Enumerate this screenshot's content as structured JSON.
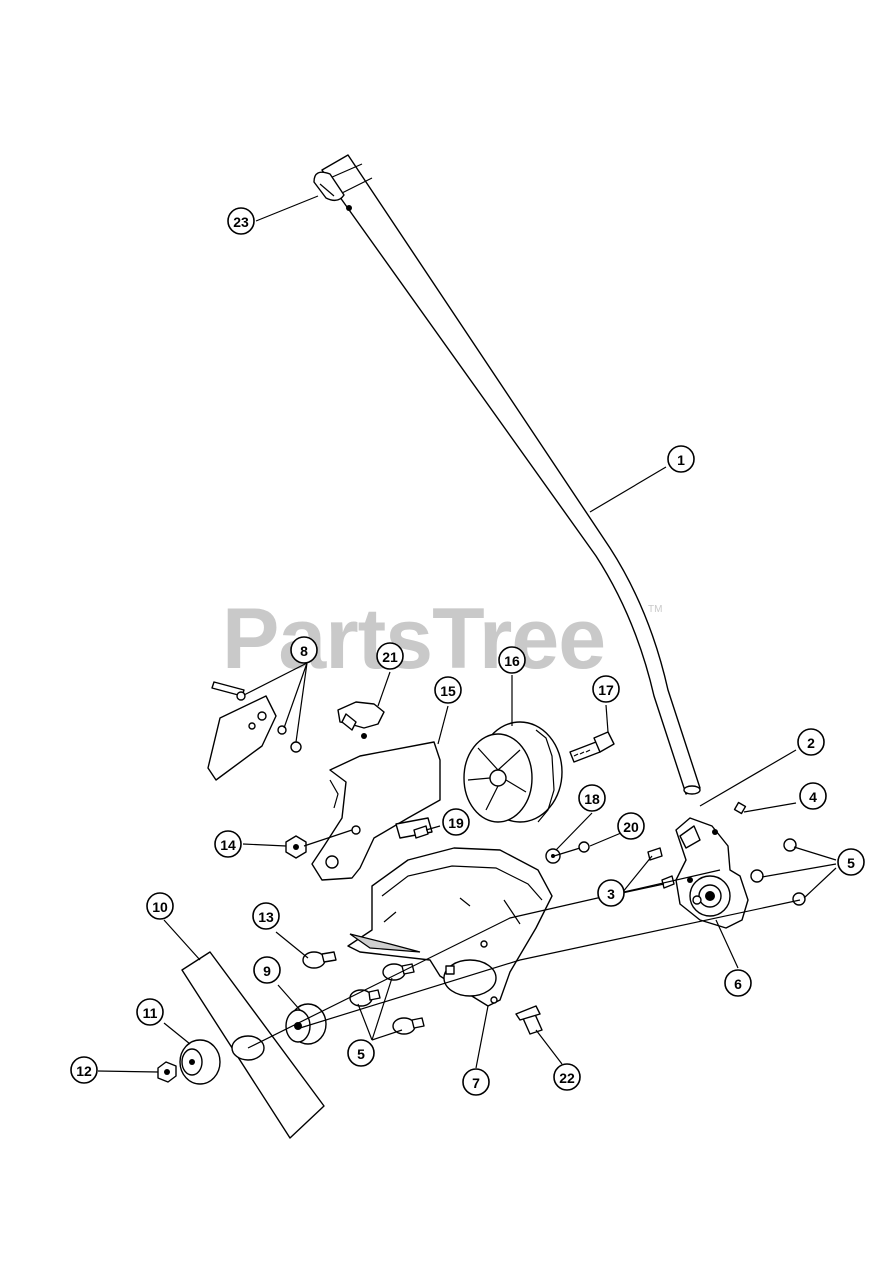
{
  "watermark": {
    "text": "PartsTree",
    "tm": "TM"
  },
  "callouts": [
    {
      "id": "c23",
      "label": "23"
    },
    {
      "id": "c1",
      "label": "1"
    },
    {
      "id": "c2",
      "label": "2"
    },
    {
      "id": "c4",
      "label": "4"
    },
    {
      "id": "c5a",
      "label": "5"
    },
    {
      "id": "c3",
      "label": "3"
    },
    {
      "id": "c6",
      "label": "6"
    },
    {
      "id": "c8",
      "label": "8"
    },
    {
      "id": "c21",
      "label": "21"
    },
    {
      "id": "c15",
      "label": "15"
    },
    {
      "id": "c16",
      "label": "16"
    },
    {
      "id": "c17",
      "label": "17"
    },
    {
      "id": "c18",
      "label": "18"
    },
    {
      "id": "c20",
      "label": "20"
    },
    {
      "id": "c19",
      "label": "19"
    },
    {
      "id": "c14",
      "label": "14"
    },
    {
      "id": "c10",
      "label": "10"
    },
    {
      "id": "c13",
      "label": "13"
    },
    {
      "id": "c9",
      "label": "9"
    },
    {
      "id": "c11",
      "label": "11"
    },
    {
      "id": "c12",
      "label": "12"
    },
    {
      "id": "c5b",
      "label": "5"
    },
    {
      "id": "c7",
      "label": "7"
    },
    {
      "id": "c22",
      "label": "22"
    }
  ]
}
